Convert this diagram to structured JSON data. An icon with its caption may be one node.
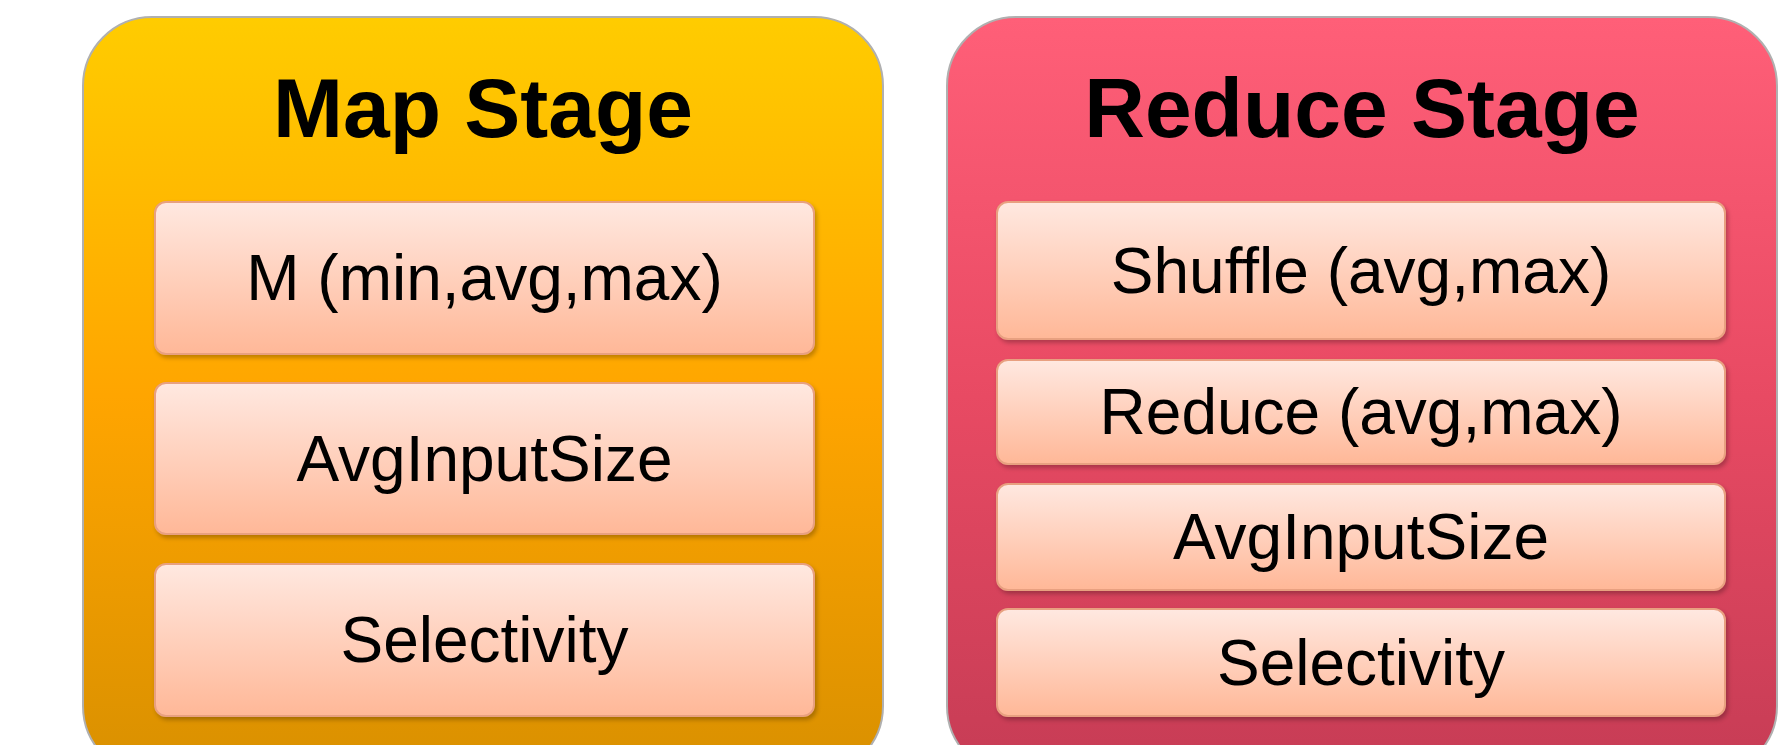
{
  "diagram": {
    "nodes": [
      {
        "text": [
          "Map Stage"
        ]
      },
      {
        "text": [
          "M (min,avg,max)"
        ],
        "in": 0
      },
      {
        "text": [
          "AvgInputSize"
        ],
        "in": 0
      },
      {
        "text": [
          "Selectivity"
        ],
        "in": 0
      },
      {
        "text": [
          "Reduce Stage"
        ]
      },
      {
        "text": [
          "Shuffle (avg,max)"
        ],
        "in": 4
      },
      {
        "text": [
          "Reduce (avg,max)"
        ],
        "in": 4
      },
      {
        "text": [
          "AvgInputSize"
        ],
        "in": 4
      },
      {
        "text": [
          "Selectivity"
        ],
        "in": 4
      }
    ]
  }
}
